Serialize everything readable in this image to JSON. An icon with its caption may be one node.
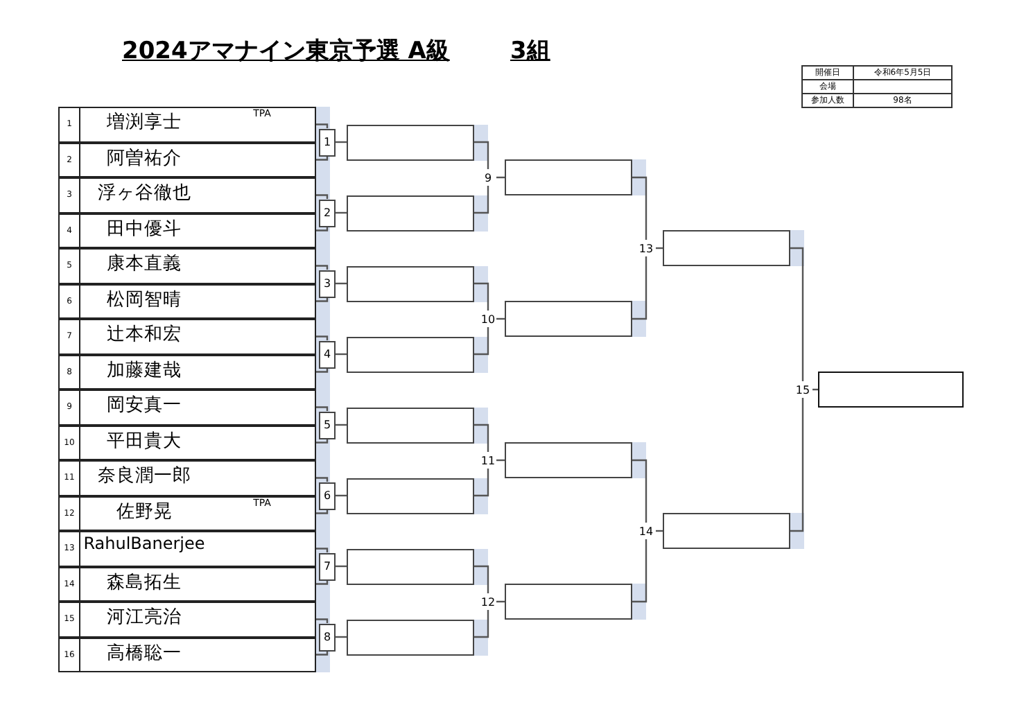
{
  "diagram": {
    "title": "2024アマナイン東京予選 A級",
    "nodes": [
      {
        "text": [
          "1",
          "増渕享士",
          "TPA"
        ]
      },
      {
        "text": [
          "2",
          "阿曽祐介"
        ]
      },
      {
        "text": [
          "3",
          "浮ヶ谷徹也"
        ]
      },
      {
        "text": [
          "4",
          "田中優斗"
        ]
      },
      {
        "text": [
          "5",
          "康本直義"
        ]
      },
      {
        "text": [
          "6",
          "松岡智晴"
        ]
      },
      {
        "text": [
          "7",
          "辻本和宏"
        ]
      },
      {
        "text": [
          "8",
          "加藤建哉"
        ]
      },
      {
        "text": [
          "9",
          "岡安真一"
        ]
      },
      {
        "text": [
          "10",
          "平田貴大"
        ]
      },
      {
        "text": [
          "11",
          "奈良潤一郎"
        ]
      },
      {
        "text": [
          "12",
          "佐野晃",
          "TPA"
        ]
      },
      {
        "text": [
          "13",
          "RahulBanerjee"
        ]
      },
      {
        "text": [
          "14",
          "森島拓生"
        ]
      },
      {
        "text": [
          "15",
          "河江亮治"
        ]
      },
      {
        "text": [
          "16",
          "高橋聡一"
        ]
      },
      {
        "text": [
          "1"
        ]
      },
      {
        "text": [
          "2"
        ]
      },
      {
        "text": [
          "3"
        ]
      },
      {
        "text": [
          "4"
        ]
      },
      {
        "text": [
          "5"
        ]
      },
      {
        "text": [
          "6"
        ]
      },
      {
        "text": [
          "7"
        ]
      },
      {
        "text": [
          "8"
        ]
      },
      {
        "text": [],
        "shape": "box"
      },
      {
        "text": [],
        "shape": "box"
      },
      {
        "text": [],
        "shape": "box"
      },
      {
        "text": [],
        "shape": "box"
      },
      {
        "text": [],
        "shape": "box"
      },
      {
        "text": [],
        "shape": "box"
      },
      {
        "text": [],
        "shape": "box"
      },
      {
        "text": [],
        "shape": "box"
      },
      {
        "text": [
          "9"
        ]
      },
      {
        "text": [
          "10"
        ]
      },
      {
        "text": [
          "11"
        ]
      },
      {
        "text": [
          "12"
        ]
      },
      {
        "text": [],
        "shape": "box"
      },
      {
        "text": [],
        "shape": "box"
      },
      {
        "text": [],
        "shape": "box"
      },
      {
        "text": [],
        "shape": "box"
      },
      {
        "text": [
          "13"
        ]
      },
      {
        "text": [
          "14"
        ]
      },
      {
        "text": [],
        "shape": "box"
      },
      {
        "text": [],
        "shape": "box"
      },
      {
        "text": [
          "15"
        ]
      },
      {
        "text": [],
        "shape": "box"
      }
    ],
    "edges": [
      {
        "from": 0,
        "to": 16,
        "arrow": "none"
      },
      {
        "from": 1,
        "to": 16,
        "arrow": "none"
      },
      {
        "from": 2,
        "to": 17,
        "arrow": "none"
      },
      {
        "from": 3,
        "to": 17,
        "arrow": "none"
      },
      {
        "from": 4,
        "to": 18,
        "arrow": "none"
      },
      {
        "from": 5,
        "to": 18,
        "arrow": "none"
      },
      {
        "from": 6,
        "to": 19,
        "arrow": "none"
      },
      {
        "from": 7,
        "to": 19,
        "arrow": "none"
      },
      {
        "from": 8,
        "to": 20,
        "arrow": "none"
      },
      {
        "from": 9,
        "to": 20,
        "arrow": "none"
      },
      {
        "from": 10,
        "to": 21,
        "arrow": "none"
      },
      {
        "from": 11,
        "to": 21,
        "arrow": "none"
      },
      {
        "from": 12,
        "to": 22,
        "arrow": "none"
      },
      {
        "from": 13,
        "to": 22,
        "arrow": "none"
      },
      {
        "from": 14,
        "to": 23,
        "arrow": "none"
      },
      {
        "from": 15,
        "to": 23,
        "arrow": "none"
      },
      {
        "from": 16,
        "to": 24,
        "arrow": "none"
      },
      {
        "from": 17,
        "to": 25,
        "arrow": "none"
      },
      {
        "from": 18,
        "to": 26,
        "arrow": "none"
      },
      {
        "from": 19,
        "to": 27,
        "arrow": "none"
      },
      {
        "from": 20,
        "to": 28,
        "arrow": "none"
      },
      {
        "from": 21,
        "to": 29,
        "arrow": "none"
      },
      {
        "from": 22,
        "to": 30,
        "arrow": "none"
      },
      {
        "from": 23,
        "to": 31,
        "arrow": "none"
      },
      {
        "from": 24,
        "to": 32,
        "arrow": "none"
      },
      {
        "from": 25,
        "to": 32,
        "arrow": "none"
      },
      {
        "from": 26,
        "to": 33,
        "arrow": "none"
      },
      {
        "from": 27,
        "to": 33,
        "arrow": "none"
      },
      {
        "from": 28,
        "to": 34,
        "arrow": "none"
      },
      {
        "from": 29,
        "to": 34,
        "arrow": "none"
      },
      {
        "from": 30,
        "to": 35,
        "arrow": "none"
      },
      {
        "from": 31,
        "to": 35,
        "arrow": "none"
      },
      {
        "from": 32,
        "to": 36,
        "arrow": "none"
      },
      {
        "from": 33,
        "to": 37,
        "arrow": "none"
      },
      {
        "from": 34,
        "to": 38,
        "arrow": "none"
      },
      {
        "from": 35,
        "to": 39,
        "arrow": "none"
      },
      {
        "from": 36,
        "to": 40,
        "arrow": "none"
      },
      {
        "from": 37,
        "to": 40,
        "arrow": "none"
      },
      {
        "from": 38,
        "to": 41,
        "arrow": "none"
      },
      {
        "from": 39,
        "to": 41,
        "arrow": "none"
      },
      {
        "from": 40,
        "to": 42,
        "arrow": "none"
      },
      {
        "from": 41,
        "to": 43,
        "arrow": "none"
      },
      {
        "from": 42,
        "to": 44,
        "arrow": "none"
      },
      {
        "from": 43,
        "to": 44,
        "arrow": "none"
      },
      {
        "from": 44,
        "to": 45,
        "arrow": "none"
      }
    ],
    "labels": [
      "3組",
      "開催日",
      "令和6年5月5日",
      "会場",
      "参加人数",
      "98名"
    ]
  }
}
